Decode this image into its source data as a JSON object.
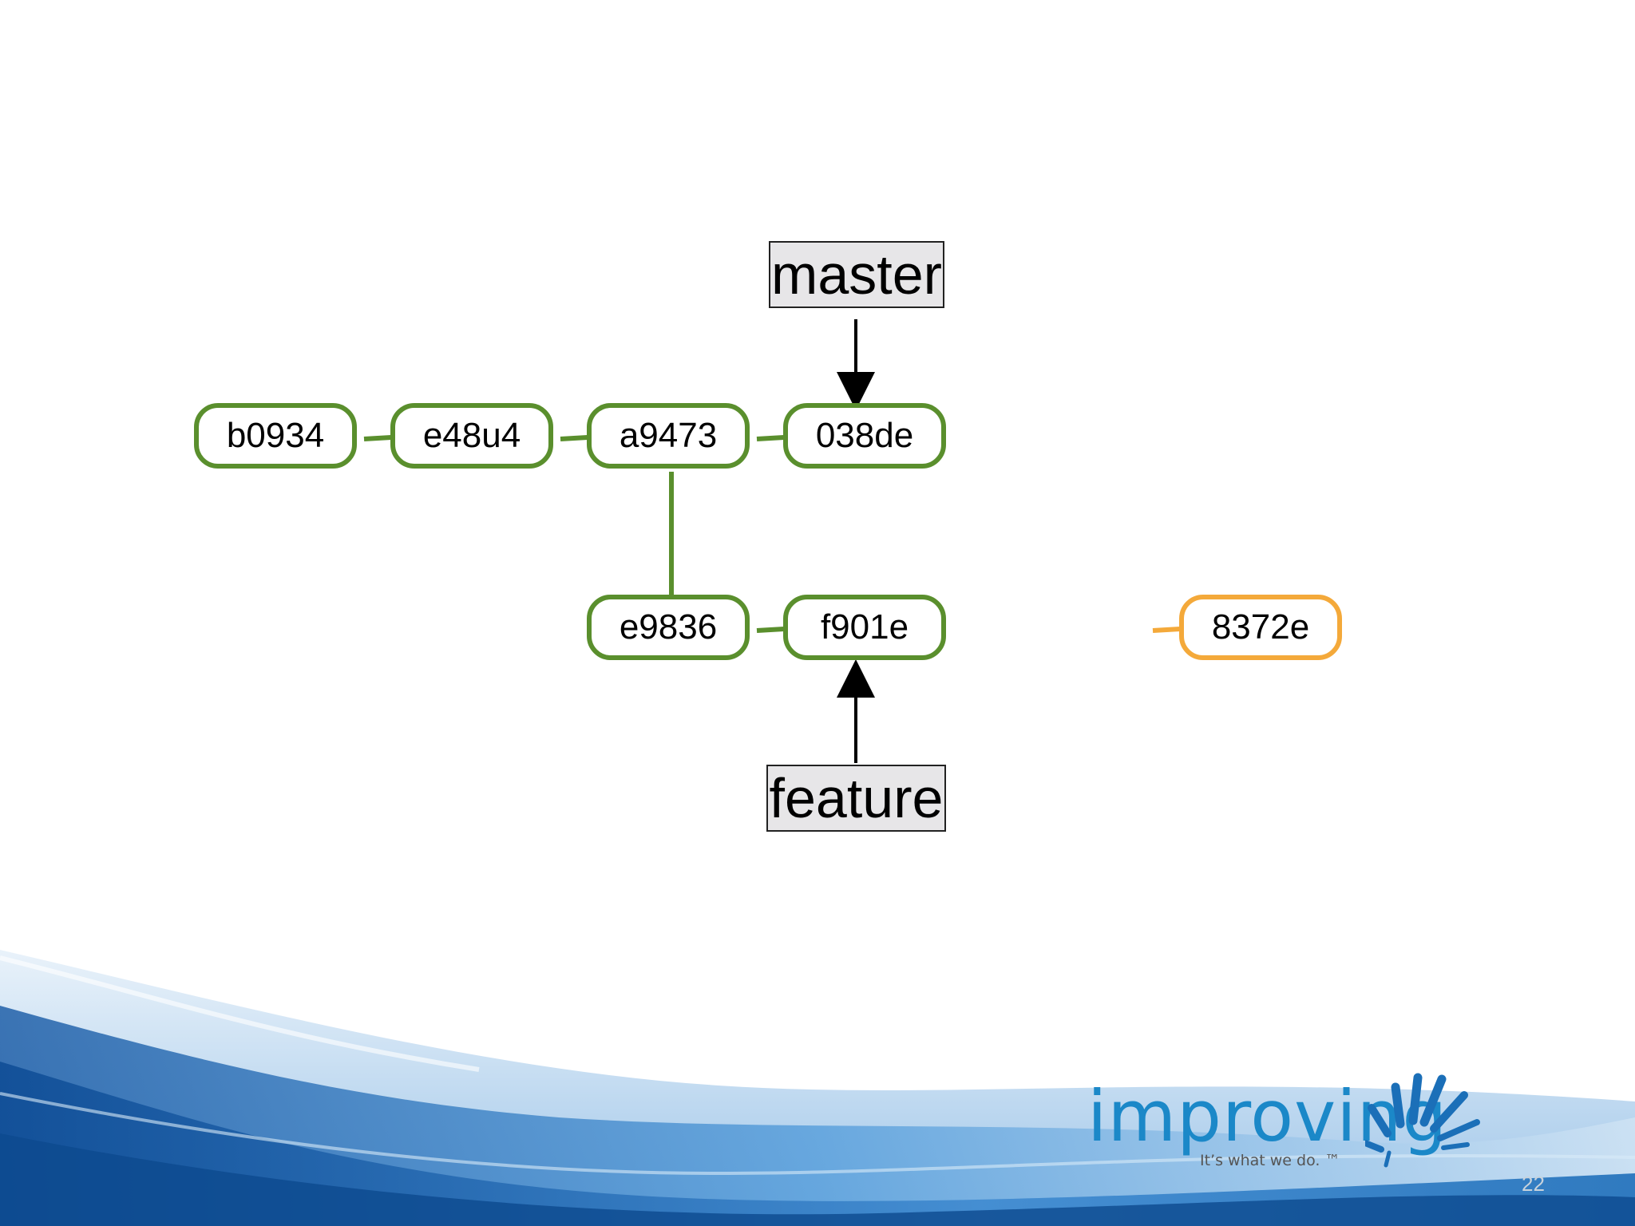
{
  "diagram": {
    "commits": [
      {
        "id": "b0934",
        "color": "#5a8f2d"
      },
      {
        "id": "e48u4",
        "color": "#5a8f2d"
      },
      {
        "id": "a9473",
        "color": "#5a8f2d"
      },
      {
        "id": "038de",
        "color": "#5a8f2d"
      },
      {
        "id": "e9836",
        "color": "#5a8f2d"
      },
      {
        "id": "f901e",
        "color": "#5a8f2d"
      },
      {
        "id": "8372e",
        "color": "#f4a93a"
      }
    ],
    "branches": {
      "master": "master",
      "feature": "feature"
    }
  },
  "branding": {
    "logo_text": "improving",
    "tagline": "It’s what we do. ™",
    "brand_color": "#1b88c8"
  },
  "slide": {
    "page_number": "22"
  }
}
